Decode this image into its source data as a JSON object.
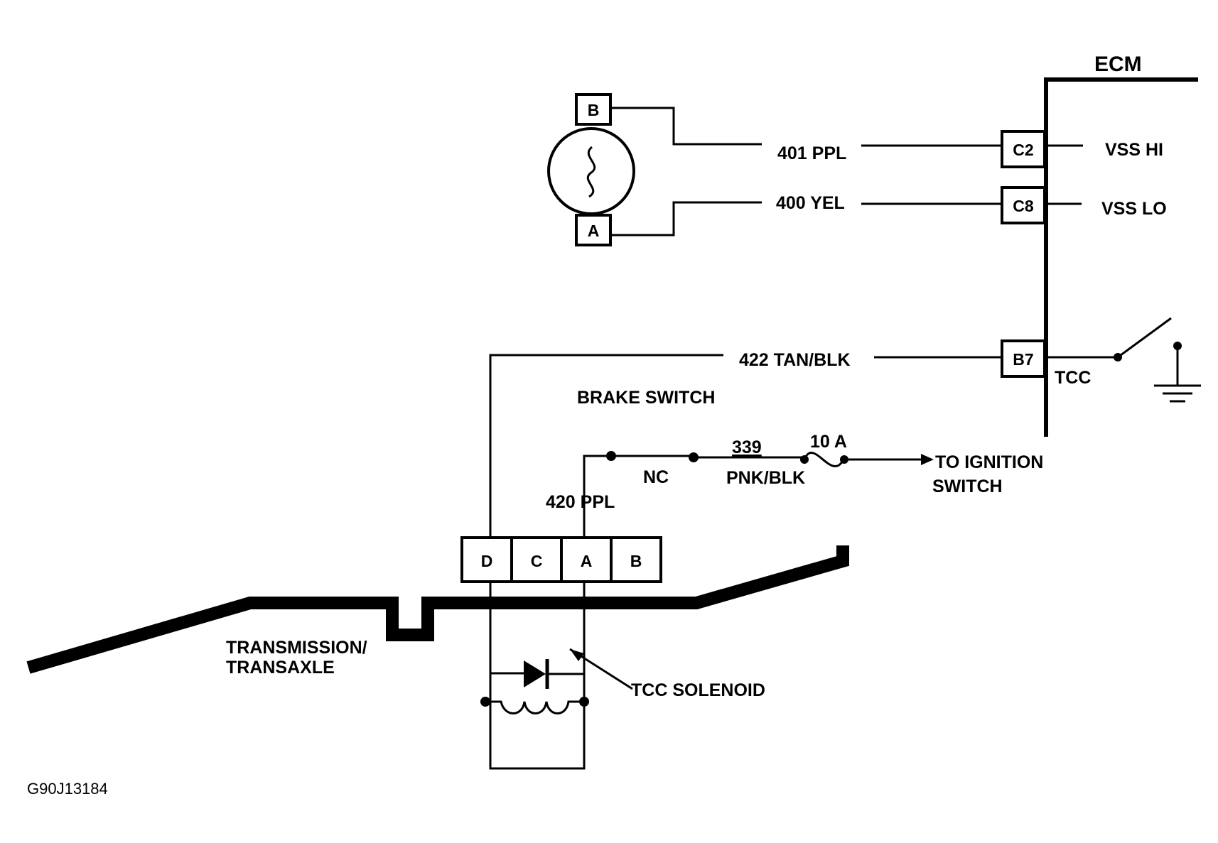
{
  "ecm": {
    "title": "ECM",
    "pins": {
      "c2": {
        "pin": "C2",
        "signal": "VSS HI"
      },
      "c8": {
        "pin": "C8",
        "signal": "VSS LO"
      },
      "b7": {
        "pin": "B7",
        "signal": "TCC"
      }
    }
  },
  "vss": {
    "terminal_b": "B",
    "terminal_a": "A"
  },
  "wires": {
    "w401": "401 PPL",
    "w400": "400 YEL",
    "w422": "422 TAN/BLK",
    "w339_num": "339",
    "w339_color": "PNK/BLK",
    "w420": "420 PPL"
  },
  "brake_switch": {
    "label": "BRAKE SWITCH",
    "state": "NC"
  },
  "fuse": "10 A",
  "ignition": {
    "line1": "TO IGNITION",
    "line2": "SWITCH"
  },
  "connector": {
    "pins": [
      "D",
      "C",
      "A",
      "B"
    ]
  },
  "transmission": {
    "line1": "TRANSMISSION/",
    "line2": "TRANSAXLE"
  },
  "solenoid_label": "TCC SOLENOID",
  "figure_code": "G90J13184"
}
